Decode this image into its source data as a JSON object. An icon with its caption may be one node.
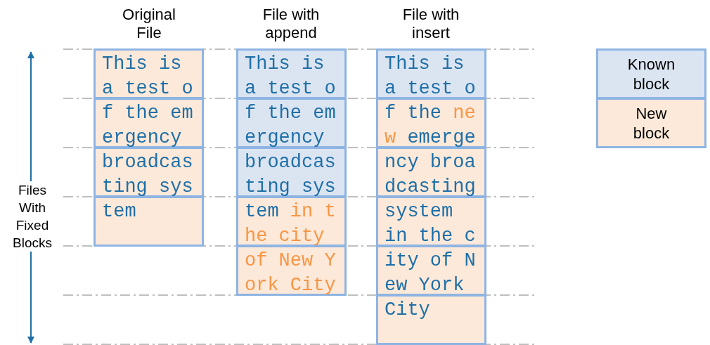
{
  "diagram": {
    "nodes": [
      {
        "text": [
          "This is a test o"
        ]
      },
      {
        "text": [
          "f the em ergency"
        ]
      },
      {
        "text": [
          "broadcas ting sys"
        ]
      },
      {
        "text": [
          "tem"
        ]
      },
      {
        "text": [
          "This is a test o"
        ]
      },
      {
        "text": [
          "f the em ergency"
        ]
      },
      {
        "text": [
          "broadcas ting sys"
        ]
      },
      {
        "text": [
          "tem",
          "in t he city"
        ]
      },
      {
        "text": [
          "of New Y ork City"
        ]
      },
      {
        "text": [
          "This is a test o"
        ]
      },
      {
        "text": [
          "f the",
          "ne w",
          "emerge"
        ]
      },
      {
        "text": [
          "ncy broa dcasting"
        ]
      },
      {
        "text": [
          "system in the c"
        ]
      },
      {
        "text": [
          "ity of N ew York"
        ]
      },
      {
        "text": [
          "City"
        ]
      }
    ],
    "labels": [
      "Original File",
      "File with append",
      "File with insert",
      "Files With Fixed Blocks"
    ],
    "legend": [
      {
        "text": "Known block",
        "color": "#dbe5f1"
      },
      {
        "text": "New block",
        "color": "#fde9d9"
      }
    ]
  }
}
